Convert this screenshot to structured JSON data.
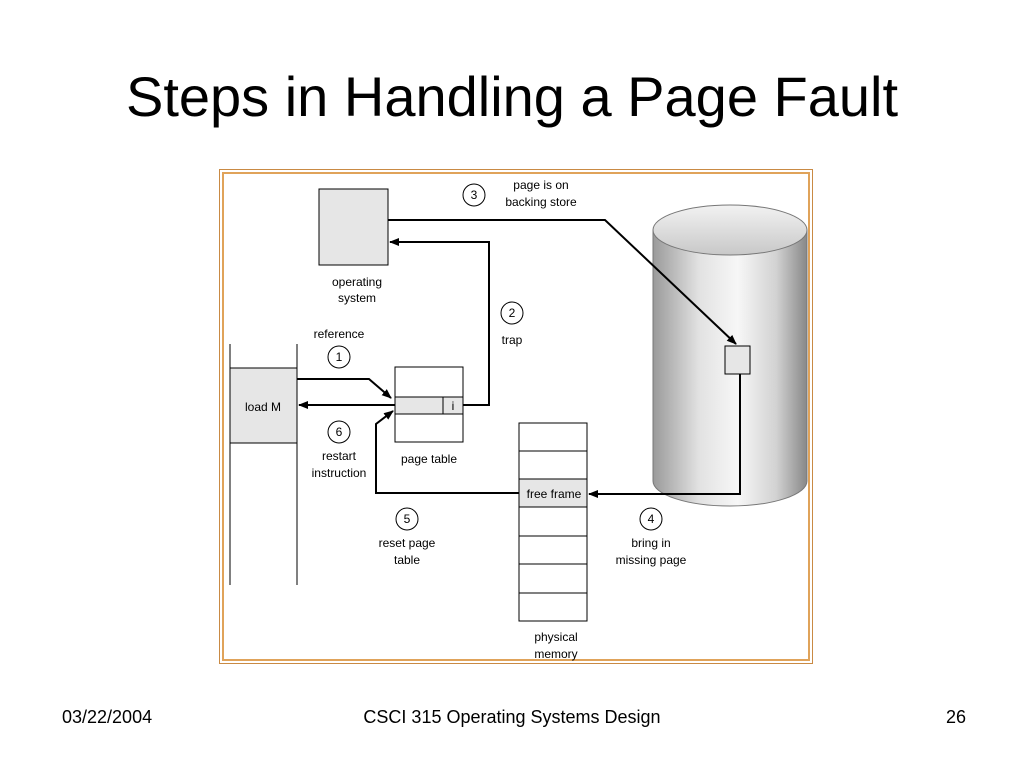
{
  "slide": {
    "title": "Steps in Handling a Page Fault"
  },
  "diagram": {
    "labels": {
      "os_line1": "operating",
      "os_line2": "system",
      "reference": "reference",
      "load_m": "load M",
      "restart_line1": "restart",
      "restart_line2": "instruction",
      "page_table": "page table",
      "invalid_bit": "i",
      "trap": "trap",
      "backing_line1": "page is on",
      "backing_line2": "backing store",
      "free_frame": "free frame",
      "reset_line1": "reset page",
      "reset_line2": "table",
      "bring_line1": "bring in",
      "bring_line2": "missing page",
      "phys_line1": "physical",
      "phys_line2": "memory"
    },
    "steps": [
      "1",
      "2",
      "3",
      "4",
      "5",
      "6"
    ]
  },
  "footer": {
    "date": "03/22/2004",
    "course": "CSCI 315 Operating Systems Design",
    "page_number": "26"
  },
  "colors": {
    "frame_border": "#e0a35a",
    "box_fill": "#e6e6e6"
  }
}
